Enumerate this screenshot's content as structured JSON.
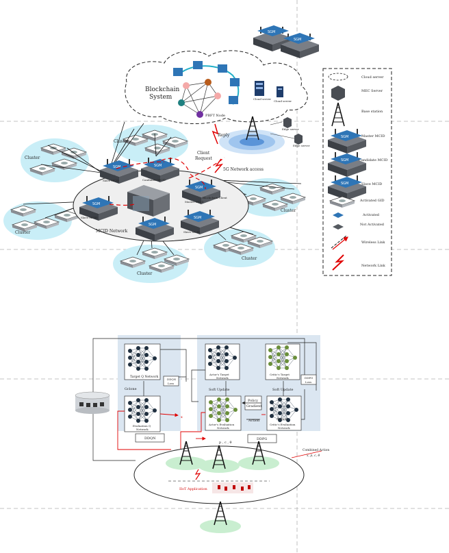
{
  "top": {
    "blockchain": {
      "line1": "Blockchain",
      "line2": "System",
      "pbft_node": "PBFT Node"
    },
    "cloud_server_1": "Cloud server",
    "cloud_server_2": "Cloud server",
    "edge_server_1": "Edge server",
    "edge_server_2": "Edge server",
    "reply": "Reply",
    "client_request": {
      "line1": "Client",
      "line2": "Request"
    },
    "network_access": "5G Network access",
    "mcid_network": "MCID Network",
    "cluster": "Cluster",
    "mcid_labels": {
      "slave": "Slave MCID",
      "candidate": "Candidate MCID",
      "master": "Master MCID",
      "blockchain_client": "Blockchain Client"
    },
    "sgm": "SGM"
  },
  "legend": [
    {
      "icon": "cloud-server-icon",
      "label": "Cloud server"
    },
    {
      "icon": "mec-server-icon",
      "label": "MEC Server"
    },
    {
      "icon": "base-station-icon",
      "label": "Base station"
    },
    {
      "icon": "master-mcid-icon",
      "label": "Master MCID"
    },
    {
      "icon": "candidate-mcid-icon",
      "label": "Candidate MCID"
    },
    {
      "icon": "slave-mcid-icon",
      "label": "Slave MCID"
    },
    {
      "icon": "activated-gid-icon",
      "label": "Activated GID"
    },
    {
      "icon": "activated-icon",
      "label": "Activated"
    },
    {
      "icon": "not-activated-icon",
      "label": "Not Activated"
    },
    {
      "icon": "wireless-link-icon",
      "label": "Wireless Link"
    },
    {
      "icon": "network-link-icon",
      "label": "Network Link"
    }
  ],
  "bottom": {
    "target_q": "Target Q Network",
    "ddqn_loss": {
      "line1": "DDQN",
      "line2": "Loss"
    },
    "gclone": "Gclone",
    "evaluation_q": {
      "line1": "Evaluation Q",
      "line2": "Network"
    },
    "ddqn": "DDQN",
    "actor_target": {
      "line1": "Actor's Target",
      "line2": "Network"
    },
    "critic_target": {
      "line1": "Critic's Target",
      "line2": "Network"
    },
    "ddpg_loss": {
      "line1": "DDPG",
      "line2": "Loss"
    },
    "soft_update": "Soft Update",
    "policy_gradient": {
      "line1": "Policy",
      "line2": "Gradient"
    },
    "action": "Action",
    "actor_eval": {
      "line1": "Actor's Evaluation",
      "line2": "Network"
    },
    "critic_eval": {
      "line1": "Critic's Evaluation",
      "line2": "Network"
    },
    "ddpg": "DDPG",
    "x": "x",
    "combined_action": {
      "line1": "Combined Action",
      "line2": "x, p, c, θ"
    },
    "p_c_theta": "p , c , θ",
    "iiot_application": "IIoT Application"
  },
  "colors": {
    "cluster_fill": "#c9eef7",
    "panel_fill": "#dbe6f1",
    "link_red": "#e00000",
    "sgm_blue": "#2e75b6",
    "nn_dark": "#203040",
    "nn_green": "#6a8f3a"
  }
}
